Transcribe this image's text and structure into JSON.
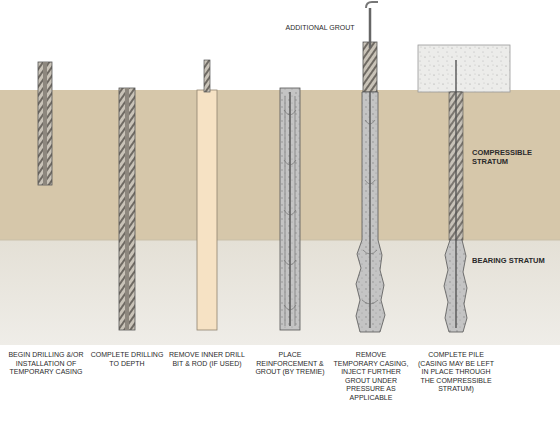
{
  "diagram": {
    "labels": [
      "ADDITIONAL GROUT",
      "COMPRESSIBLE STRATUM",
      "BEARING STRATUM",
      "BEGIN DRILLING &/OR INSTALLATION OF TEMPORARY CASING",
      "COMPLETE DRILLING TO DEPTH",
      "REMOVE INNER DRILL BIT & ROD (IF USED)",
      "PLACE REINFORCEMENT & GROUT (BY TREMIE)",
      "REMOVE TEMPORARY CASING, INJECT FURTHER GROUT UNDER PRESSURE AS APPLICABLE",
      "COMPLETE PILE (CASING MAY BE LEFT IN PLACE THROUGH THE COMPRESSIBLE STRATUM)"
    ]
  }
}
